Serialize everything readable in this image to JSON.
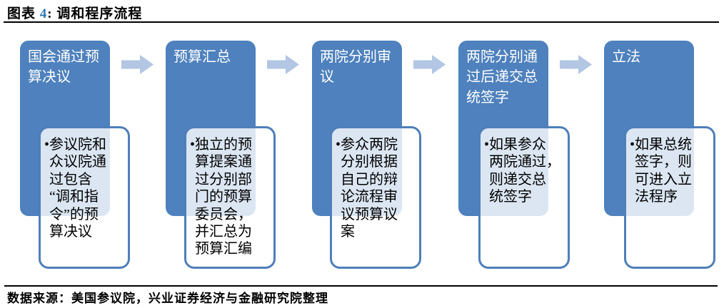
{
  "header": {
    "prefix": "图表 ",
    "number": "4",
    "separator": ": ",
    "title": "调和程序流程"
  },
  "flow": {
    "bullet": "•",
    "steps": [
      {
        "title": "国会通过预\n算决议",
        "note": "参议院和\n众议院通\n过包含\n“调和指\n令”的预\n算决议"
      },
      {
        "title": "预算汇总",
        "note": "独立的预\n算提案通\n过分别部\n门的预算\n委员会，\n并汇总为\n预算汇编"
      },
      {
        "title": "两院分别审\n议",
        "note": "参众两院\n分别根据\n自己的辩\n论流程审\n议预算议\n案"
      },
      {
        "title": "两院分别通\n过后递交总\n统签字",
        "note": "如果参众\n两院通过，\n则递交总\n统签字"
      },
      {
        "title": "立法",
        "note": "如果总统\n签字，则\n可进入立\n法程序"
      }
    ]
  },
  "footer": {
    "source": "数据来源：美国参议院，兴业证券经济与金融研究院整理"
  },
  "colors": {
    "box_blue": "#4E81BD",
    "callout_border": "#4E7FBA",
    "callout_fill": "rgba(255,255,255,0.80)",
    "arrow": "#B3C6E3",
    "number_blue": "#2E75B6",
    "rule_black": "#000000"
  }
}
